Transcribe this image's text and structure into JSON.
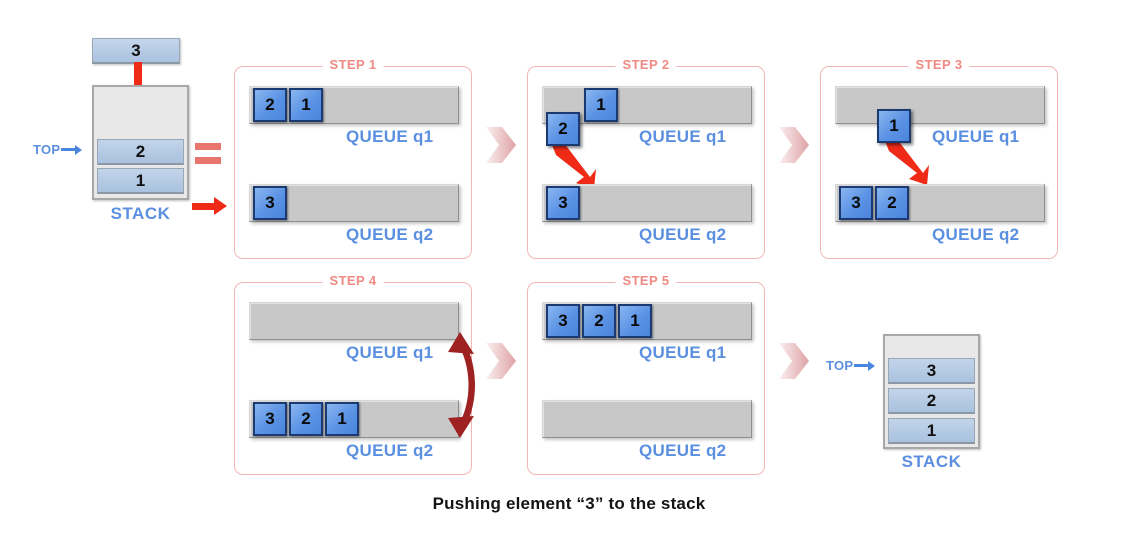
{
  "caption": "Pushing element “3” to the stack",
  "colors": {
    "block_blue": "#5a92e4",
    "block_border": "#1b3a72",
    "stack_cell": "#aec6e0",
    "label_blue": "#5b8fe0",
    "step_border": "#f2b7b4",
    "step_title": "#ef8a84",
    "red_arrow": "#ef2b17",
    "swap_arrow": "#9e2222",
    "chevron": "#e8b9bb",
    "queue_fill": "#c8c8c8",
    "equals": "#e8756e"
  },
  "initial_stack": {
    "name": "STACK",
    "label": "STACK",
    "top_marker": "TOP",
    "incoming_value": "3",
    "cells": [
      "",
      "2",
      "1"
    ],
    "top_index": 1
  },
  "final_stack": {
    "name": "STACK",
    "label": "STACK",
    "top_marker": "TOP",
    "cells": [
      "",
      "3",
      "2",
      "1"
    ],
    "top_index": 1
  },
  "steps": [
    {
      "title": "STEP 1",
      "q1": {
        "label": "QUEUE q1",
        "items": [
          "2",
          "1"
        ],
        "floating": null
      },
      "q2": {
        "label": "QUEUE q2",
        "items": [
          "3"
        ],
        "floating": null
      },
      "motion_arrow": false
    },
    {
      "title": "STEP 2",
      "q1": {
        "label": "QUEUE q1",
        "items": [
          "1"
        ],
        "floating": "2"
      },
      "q2": {
        "label": "QUEUE q2",
        "items": [
          "3"
        ],
        "floating": null
      },
      "motion_arrow": true
    },
    {
      "title": "STEP 3",
      "q1": {
        "label": "QUEUE q1",
        "items": [],
        "floating": "1"
      },
      "q2": {
        "label": "QUEUE q2",
        "items": [
          "3",
          "2"
        ],
        "floating": null
      },
      "motion_arrow": true
    },
    {
      "title": "STEP 4",
      "q1": {
        "label": "QUEUE q1",
        "items": [],
        "floating": null
      },
      "q2": {
        "label": "QUEUE q2",
        "items": [
          "3",
          "2",
          "1"
        ],
        "floating": null
      },
      "swap_arrow": true
    },
    {
      "title": "STEP 5",
      "q1": {
        "label": "QUEUE q1",
        "items": [
          "3",
          "2",
          "1"
        ],
        "floating": null
      },
      "q2": {
        "label": "QUEUE q2",
        "items": [],
        "floating": null
      },
      "swap_arrow": false
    }
  ],
  "connectors": {
    "equals_symbol": "=",
    "chevron_icon": "chevron-right-icon"
  }
}
